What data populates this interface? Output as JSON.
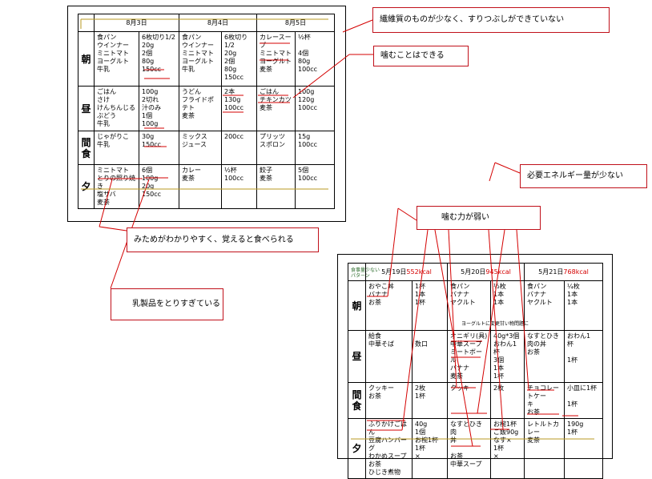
{
  "doc1": {
    "dates": [
      "8月3日",
      "8月4日",
      "8月5日"
    ],
    "rows": [
      {
        "meal": "朝",
        "cells": [
          "食パン\nウインナー\nミニトマト\nヨーグルト\n牛乳",
          "6枚切り1/2\n20g\n2個\n80g\n150cc",
          "食パン\nウインナー\nミニトマト\nヨーグルト\n牛乳",
          "6枚切り\n1/2\n20g\n2個\n80g\n150cc",
          "カレースー\nプ\nミニトマト\nヨーグルト\n麦茶",
          "½杯\n\n4個\n80g\n100cc"
        ]
      },
      {
        "meal": "昼",
        "cells": [
          "ごはん\nさけ\nけんちんじる\nぶどう\n牛乳",
          "100g\n2切れ\n汁のみ\n1個\n100g",
          "うどん\nフライドポテト\n麦茶",
          "2本\n130g\n100cc",
          "ごはん\nチキンカツ\n麦茶",
          "100g\n120g\n100cc"
        ]
      },
      {
        "meal": "間食",
        "cells": [
          "じゃがりこ\n牛乳",
          "30g\n150cc",
          "ミックス\nジュース",
          "200cc",
          "プリッツ\nスポロン",
          "15g\n100cc"
        ]
      },
      {
        "meal": "夕",
        "cells": [
          "ミニトマト\nとりの照り焼き\n塩サバ\n麦茶",
          "6個\n100g\n20g\n150cc",
          "カレー\n麦茶",
          "½杯\n100cc",
          "餃子\n麦茶",
          "5個\n100cc"
        ]
      }
    ]
  },
  "doc2": {
    "pattern_label": "食事量少ない\nパターン",
    "dates": [
      {
        "date": "5月19日",
        "kcal": "552kcal"
      },
      {
        "date": "5月20日",
        "kcal": "945kcal"
      },
      {
        "date": "5月21日",
        "kcal": "768kcal"
      }
    ],
    "rows": [
      {
        "meal": "朝",
        "cells": [
          "おやこ丼\nバナナ\nお茶",
          "1杯\n1本\n1杯",
          "食パン\nバナナ\nヤクルト",
          "½枚\n1本\n1本",
          "食パン\nバナナ\nヤクルト",
          "¼枚\n1本\n1本"
        ],
        "note": "ヨーグルトに変更甘い物問題に"
      },
      {
        "meal": "昼",
        "cells": [
          "給食\n中華そば",
          "\n数口",
          "オニギリ(具)\n中華スープ\nミートボール\nバナナ\n麦茶",
          "40g*3個\nおわん1杯\n3個\n1本\n1杯",
          "なすとひき\n肉の丼\nお茶",
          "おわん1\n杯\n\n1杯"
        ]
      },
      {
        "meal": "間食",
        "cells": [
          "クッキー\nお茶",
          "2枚\n1杯",
          "クッキー",
          "2枚",
          "チョコレートケー\nキ\nお茶",
          "小皿に1杯\n\n1杯"
        ]
      },
      {
        "meal": "夕",
        "cells": [
          "ふりかけごはん\n豆腐ハンバーグ\nわかめスープ\nお茶\nひじき煮物",
          "40g\n1個\nお椀1杯\n1杯\n×",
          "なすとひき肉\n丼\n\nお茶\n中華スープ",
          "お椀1杯\nご飯90g\nなす×\n1杯\n×",
          "レトルトカレー\n麦茶",
          "190g\n1杯"
        ]
      }
    ]
  },
  "callouts": {
    "fiber": "繊維質のものが少なく、すりつぶしができていない",
    "chew": "噛むことはできる",
    "energy": "必要エネルギー量が少ない",
    "weak": "噛む力が弱い",
    "looks": "みためがわかりやすく、覚えると食べられる",
    "dairy": "乳製品をとりすぎている"
  },
  "colors": {
    "callout_border": "#c0101a",
    "kcal": "#d40000"
  }
}
